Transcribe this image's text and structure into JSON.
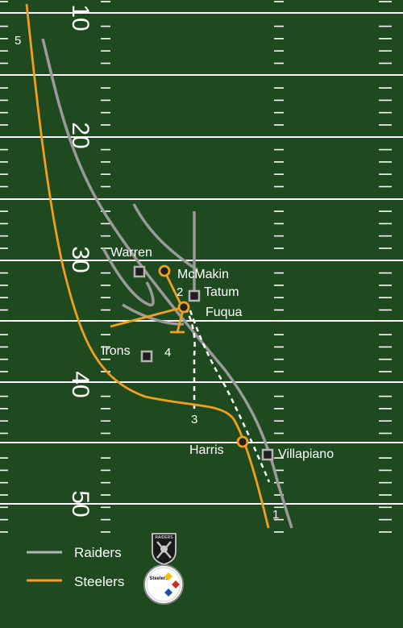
{
  "field": {
    "yard_numbers": [
      "10",
      "20",
      "30",
      "40",
      "50"
    ],
    "corner_number": "5"
  },
  "players": {
    "warren": "Warren",
    "mcmakin": "McMakin",
    "tatum": "Tatum",
    "fuqua": "Fuqua",
    "irons": "Irons",
    "harris": "Harris",
    "villapiano": "Villapiano"
  },
  "steps": [
    "1",
    "2",
    "3",
    "4"
  ],
  "legend": {
    "raiders": "Raiders",
    "raiders_logo_text": "RAIDERS",
    "steelers": "Steelers",
    "steelers_logo_text": "Steelers"
  },
  "colors": {
    "field": "#1f4a1f",
    "raiders": "#b4b4b4",
    "steelers": "#f0a01e",
    "lines": "#ffffff"
  }
}
